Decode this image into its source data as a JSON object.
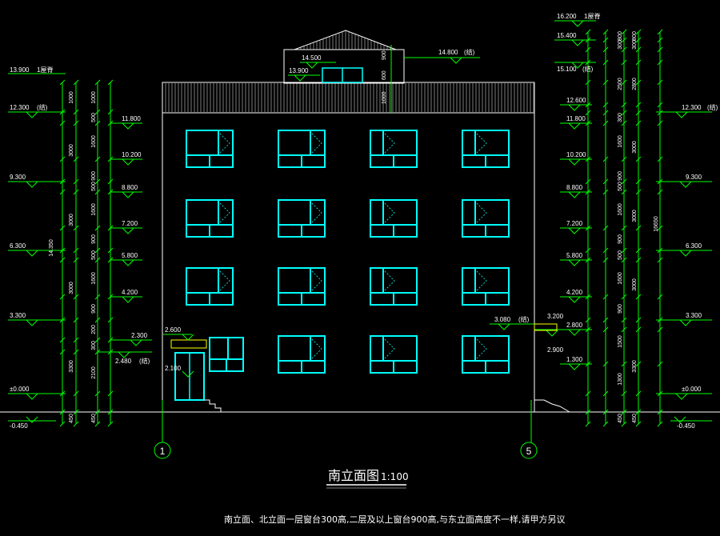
{
  "drawing": {
    "title": "南立面图",
    "scale": "1:100",
    "note": "南立面、北立面一层窗台300高,二层及以上窗台900高,与东立面高度不一样,请甲方另议"
  },
  "grid_axes": {
    "left": "1",
    "right": "5"
  },
  "left_elevations": [
    {
      "value": "13.900",
      "tag": "1屋脊"
    },
    {
      "value": "12.300",
      "tag": "(结)"
    },
    {
      "value": "9.300",
      "tag": ""
    },
    {
      "value": "6.300",
      "tag": ""
    },
    {
      "value": "3.300",
      "tag": ""
    },
    {
      "value": "±0.000",
      "tag": ""
    },
    {
      "value": "-0.450",
      "tag": ""
    }
  ],
  "left_inner_elevations": [
    {
      "value": "11.800"
    },
    {
      "value": "10.200"
    },
    {
      "value": "8.800"
    },
    {
      "value": "7.200"
    },
    {
      "value": "5.800"
    },
    {
      "value": "4.200"
    },
    {
      "value": "2.300"
    },
    {
      "value": "2.480",
      "tag": "(结)"
    }
  ],
  "left_dims_outer": [
    "1000",
    "3000",
    "3000",
    "3000",
    "3300",
    "450"
  ],
  "left_dims_total": "14.350",
  "left_dims_inner": [
    "1000",
    "500",
    "1600",
    "900",
    "500",
    "1600",
    "900",
    "500",
    "1600",
    "900",
    "200",
    "300",
    "2100",
    "450"
  ],
  "right_elevations": [
    {
      "value": "12.300",
      "tag": "(结)"
    },
    {
      "value": "9.300",
      "tag": ""
    },
    {
      "value": "6.300",
      "tag": ""
    },
    {
      "value": "3.300",
      "tag": ""
    },
    {
      "value": "±0.000",
      "tag": ""
    },
    {
      "value": "-0.450",
      "tag": ""
    }
  ],
  "right_top_elevations": [
    {
      "value": "16.200",
      "tag": "1屋脊"
    },
    {
      "value": "15.400",
      "tag": ""
    },
    {
      "value": "15.100",
      "tag": "(结)"
    }
  ],
  "right_inner_elevations": [
    {
      "value": "12.600"
    },
    {
      "value": "11.800"
    },
    {
      "value": "10.200"
    },
    {
      "value": "8.800"
    },
    {
      "value": "7.200"
    },
    {
      "value": "5.800"
    },
    {
      "value": "4.200"
    },
    {
      "value": "2.800"
    },
    {
      "value": "1.300"
    }
  ],
  "right_dims_inner": [
    "800",
    "300",
    "2500",
    "300",
    "1600",
    "900",
    "500",
    "1600",
    "900",
    "500",
    "1600",
    "900",
    "1500",
    "1300",
    "450"
  ],
  "right_dims_outer": [
    "800",
    "300",
    "2800",
    "3000",
    "3000",
    "3000",
    "3300",
    "450"
  ],
  "right_dims_total": "16650",
  "roof_box": {
    "top_label": "14.800",
    "top_tag": "(结)",
    "mid_label": "14.500",
    "low_label": "13.900",
    "dims": [
      "900",
      "600",
      "1000"
    ]
  },
  "door_labels": {
    "top": "2.600",
    "bottom": "2.100"
  },
  "canopy_right": {
    "left": "3.080",
    "left_tag": "(结)",
    "right": "3.200",
    "lower": "2.900"
  },
  "colors": {
    "background": "#000000",
    "building": "#ffffff",
    "dimension": "#00ff00",
    "window": "#00ffff",
    "text": "#ffffff"
  }
}
